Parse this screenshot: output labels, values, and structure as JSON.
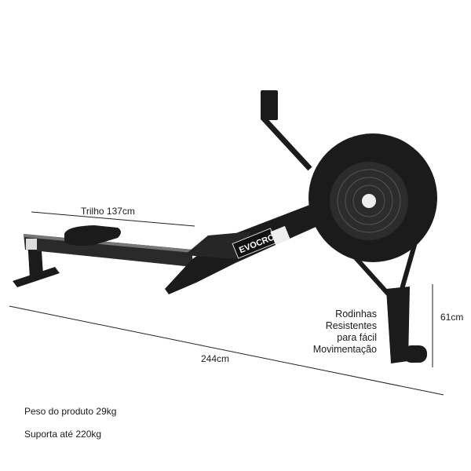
{
  "brand_logo": "EVOCROSS",
  "dimensions": {
    "rail": "Trilho 137cm",
    "length": "244cm",
    "height": "61cm"
  },
  "wheels_note": [
    "Rodinhas",
    "Resistentes",
    "para fácil",
    "Movimentação"
  ],
  "specs": {
    "weight": "Peso do produto 29kg",
    "capacity": "Suporta até 220kg"
  }
}
